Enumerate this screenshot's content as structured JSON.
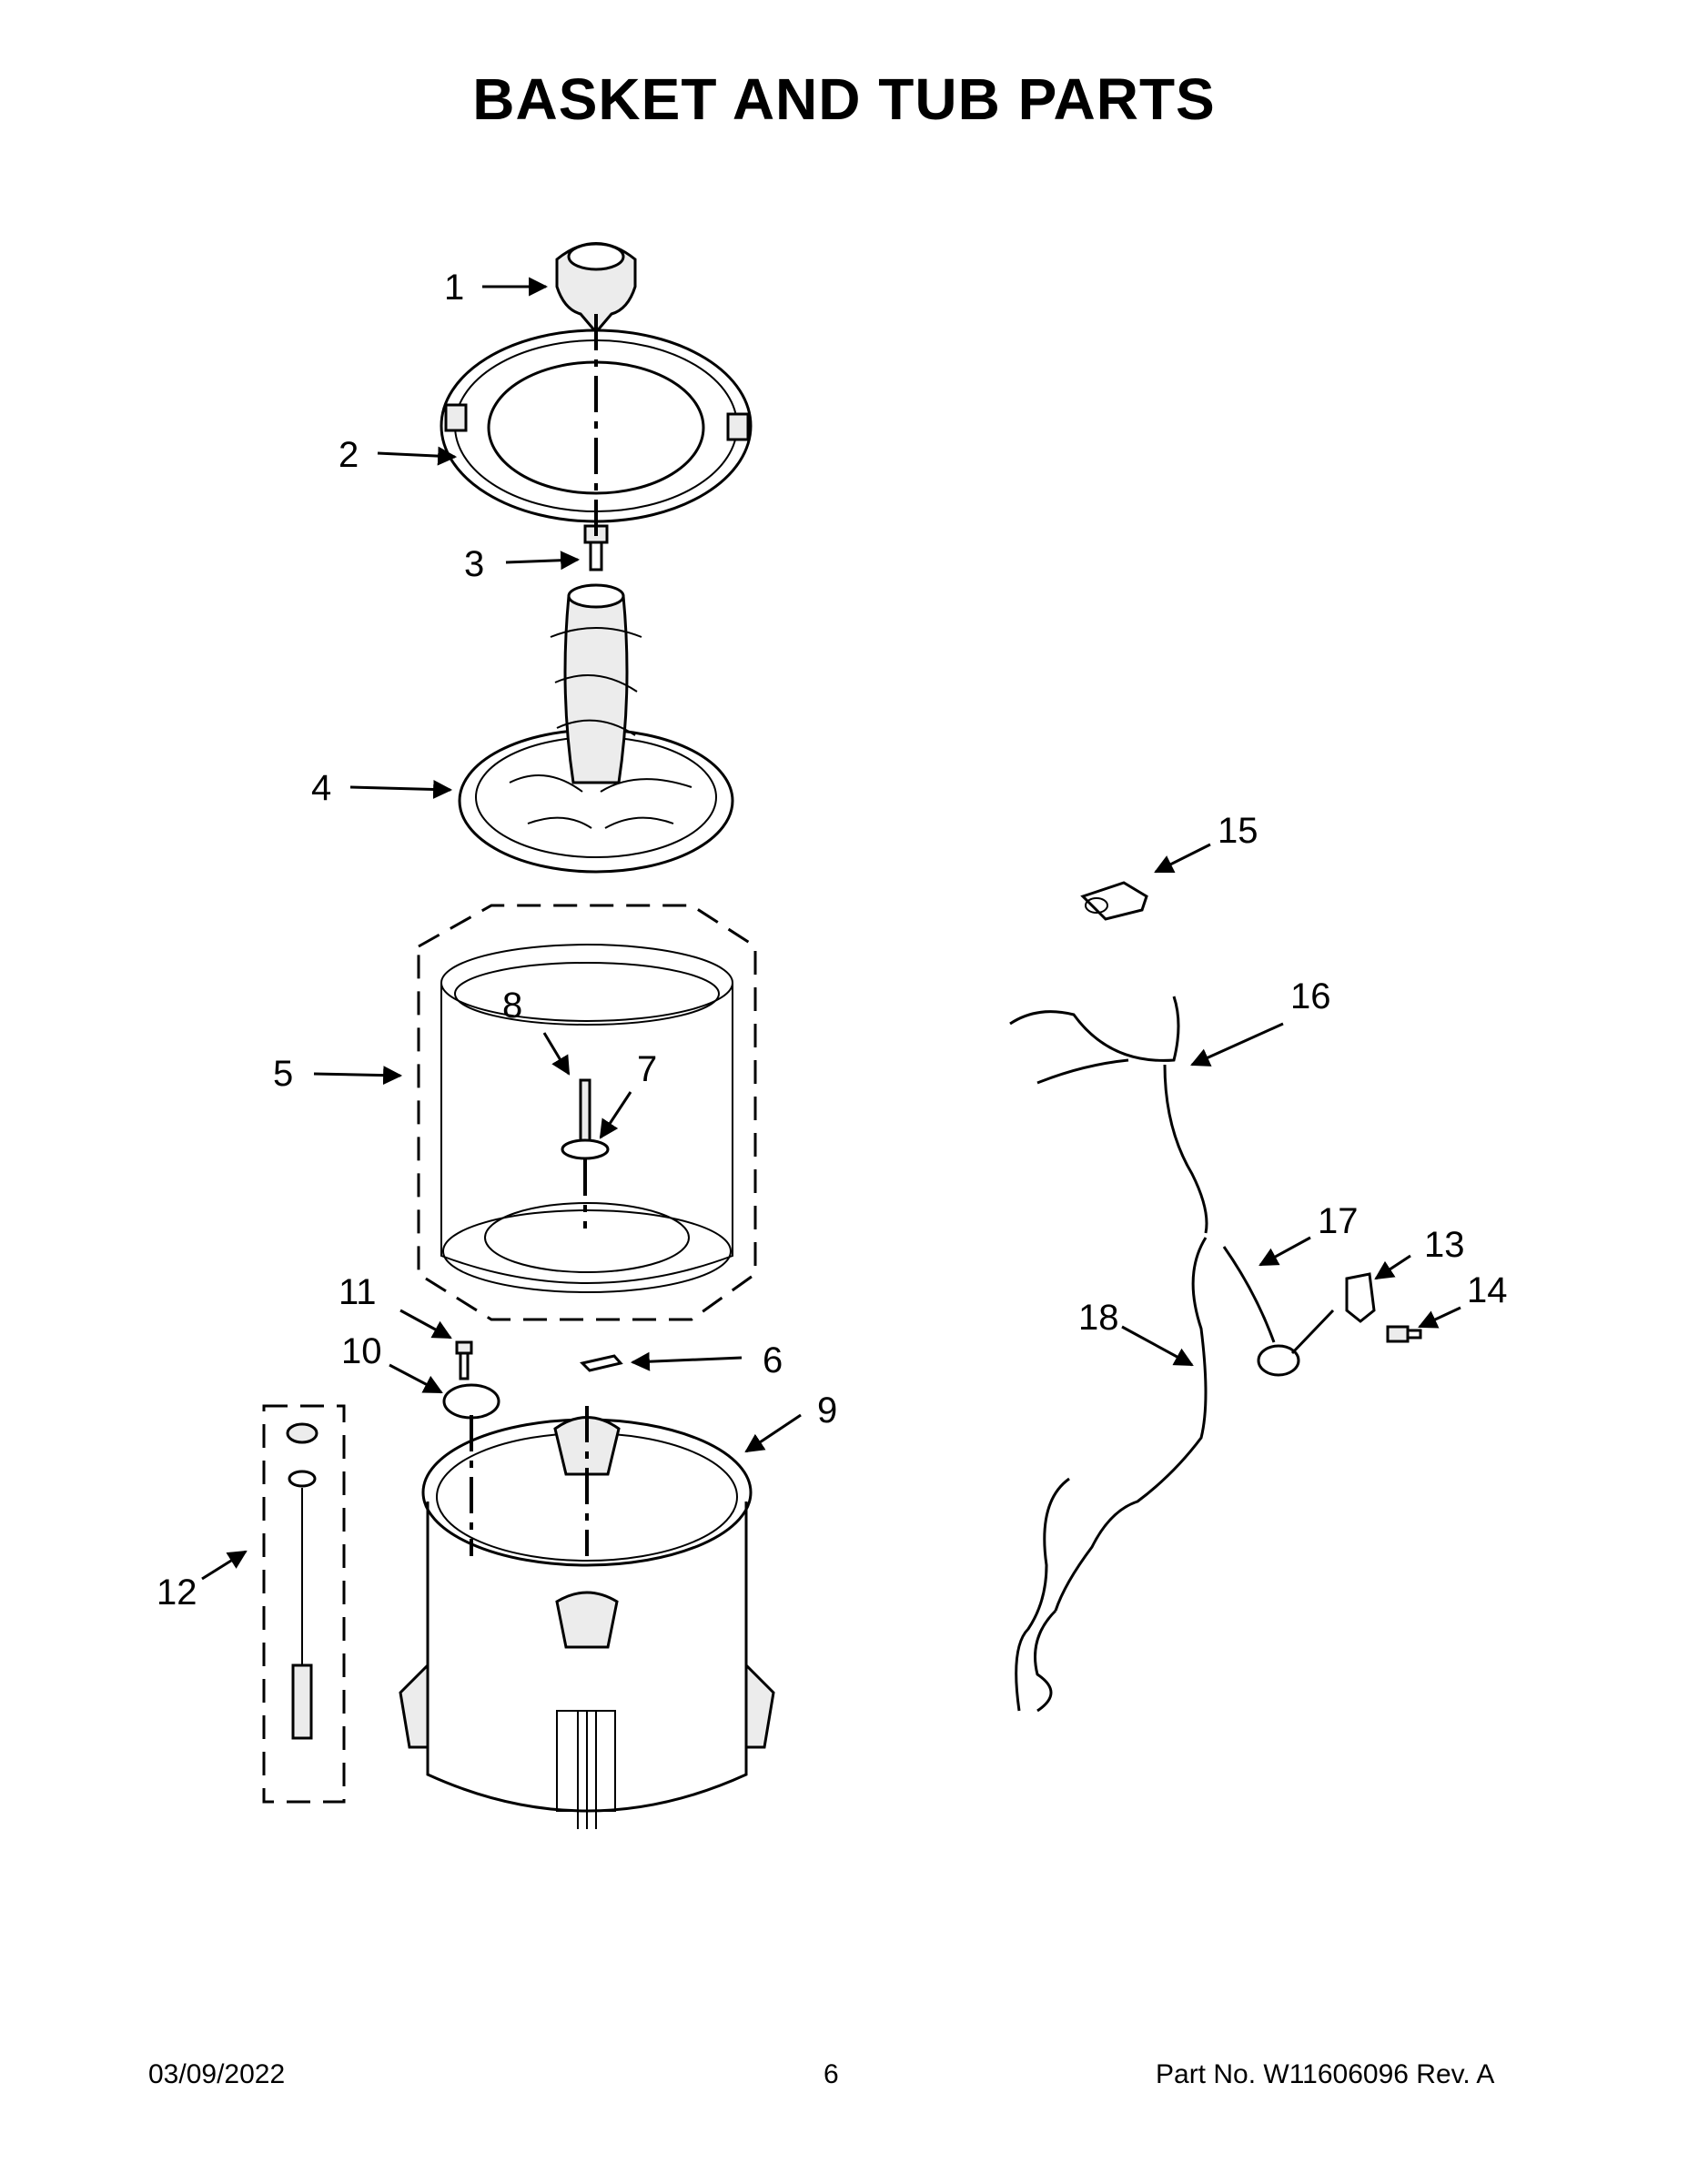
{
  "title": "BASKET AND TUB PARTS",
  "callouts": {
    "c1": "1",
    "c2": "2",
    "c3": "3",
    "c4": "4",
    "c5": "5",
    "c6": "6",
    "c7": "7",
    "c8": "8",
    "c9": "9",
    "c10": "10",
    "c11": "11",
    "c12": "12",
    "c13": "13",
    "c14": "14",
    "c15": "15",
    "c16": "16",
    "c17": "17",
    "c18": "18"
  },
  "footer": {
    "date": "03/09/2022",
    "page": "6",
    "part_no": "Part No.  W11606096  Rev.  A"
  }
}
